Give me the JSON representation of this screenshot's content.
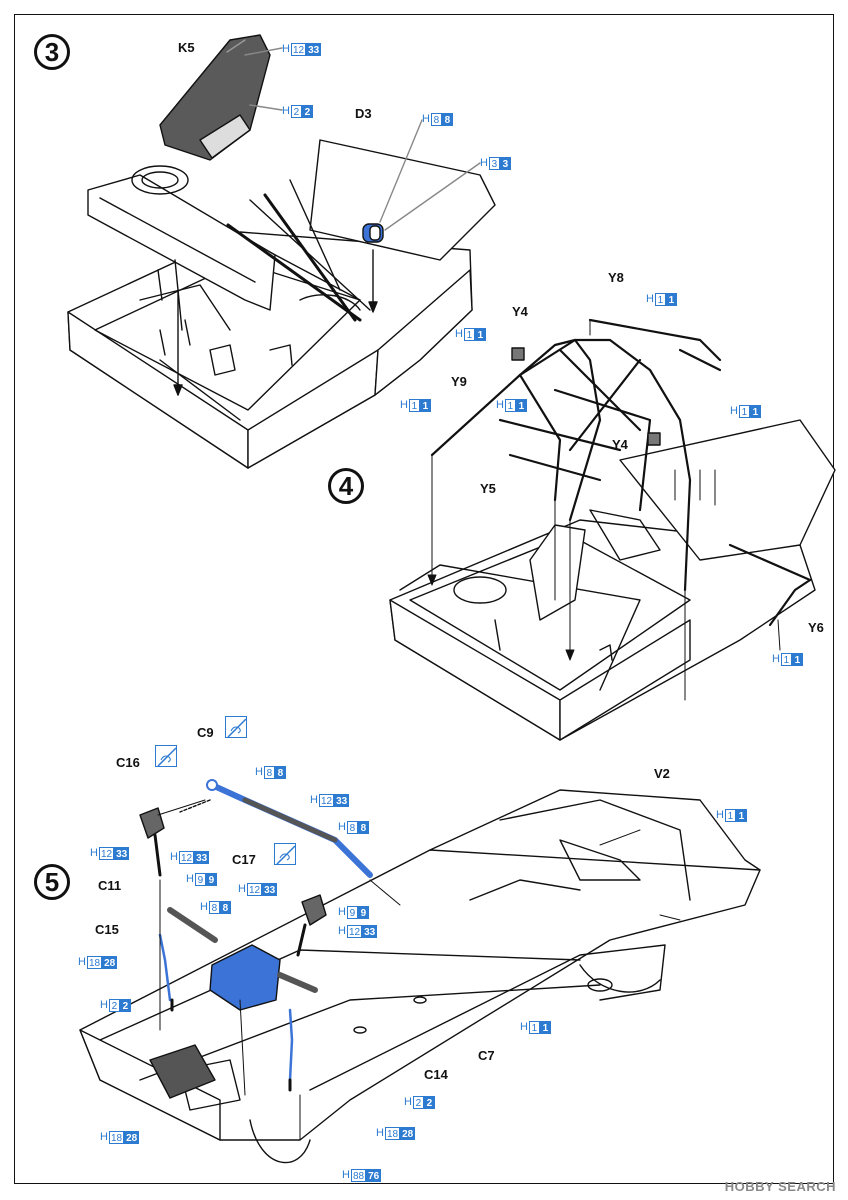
{
  "steps": {
    "s3": "3",
    "s4": "4",
    "s5": "5"
  },
  "labels": {
    "k5": "K5",
    "d3": "D3",
    "y8": "Y8",
    "y4a": "Y4",
    "y9": "Y9",
    "y4b": "Y4",
    "y5": "Y5",
    "y6": "Y6",
    "c9": "C9",
    "c16": "C16",
    "v2": "V2",
    "c17": "C17",
    "c11": "C11",
    "c15": "C15",
    "c7": "C7",
    "c14": "C14"
  },
  "paint_codes": [
    {
      "prefix": "H",
      "a": "12",
      "b": "33"
    },
    {
      "prefix": "H",
      "a": "2",
      "b": "2"
    },
    {
      "prefix": "H",
      "a": "8",
      "b": "8"
    },
    {
      "prefix": "H",
      "a": "3",
      "b": "3"
    },
    {
      "prefix": "H",
      "a": "1",
      "b": "1"
    },
    {
      "prefix": "H",
      "a": "1",
      "b": "1"
    },
    {
      "prefix": "H",
      "a": "1",
      "b": "1"
    },
    {
      "prefix": "H",
      "a": "1",
      "b": "1"
    },
    {
      "prefix": "H",
      "a": "1",
      "b": "1"
    },
    {
      "prefix": "H",
      "a": "1",
      "b": "1"
    },
    {
      "prefix": "H",
      "a": "8",
      "b": "8"
    },
    {
      "prefix": "H",
      "a": "12",
      "b": "33"
    },
    {
      "prefix": "H",
      "a": "8",
      "b": "8"
    },
    {
      "prefix": "H",
      "a": "1",
      "b": "1"
    },
    {
      "prefix": "H",
      "a": "12",
      "b": "33"
    },
    {
      "prefix": "H",
      "a": "12",
      "b": "33"
    },
    {
      "prefix": "H",
      "a": "9",
      "b": "9"
    },
    {
      "prefix": "H",
      "a": "12",
      "b": "33"
    },
    {
      "prefix": "H",
      "a": "8",
      "b": "8"
    },
    {
      "prefix": "H",
      "a": "9",
      "b": "9"
    },
    {
      "prefix": "H",
      "a": "12",
      "b": "33"
    },
    {
      "prefix": "H",
      "a": "18",
      "b": "28"
    },
    {
      "prefix": "H",
      "a": "2",
      "b": "2"
    },
    {
      "prefix": "H",
      "a": "1",
      "b": "1"
    },
    {
      "prefix": "H",
      "a": "2",
      "b": "2"
    },
    {
      "prefix": "H",
      "a": "18",
      "b": "28"
    },
    {
      "prefix": "H",
      "a": "18",
      "b": "28"
    },
    {
      "prefix": "H",
      "a": "88",
      "b": "76"
    }
  ],
  "watermark": "HOBBY SEARCH",
  "colors": {
    "accent": "#2c7bd1",
    "part_blue": "#3b73d6",
    "seat_gray": "#5a5a5a",
    "line": "#111111"
  }
}
